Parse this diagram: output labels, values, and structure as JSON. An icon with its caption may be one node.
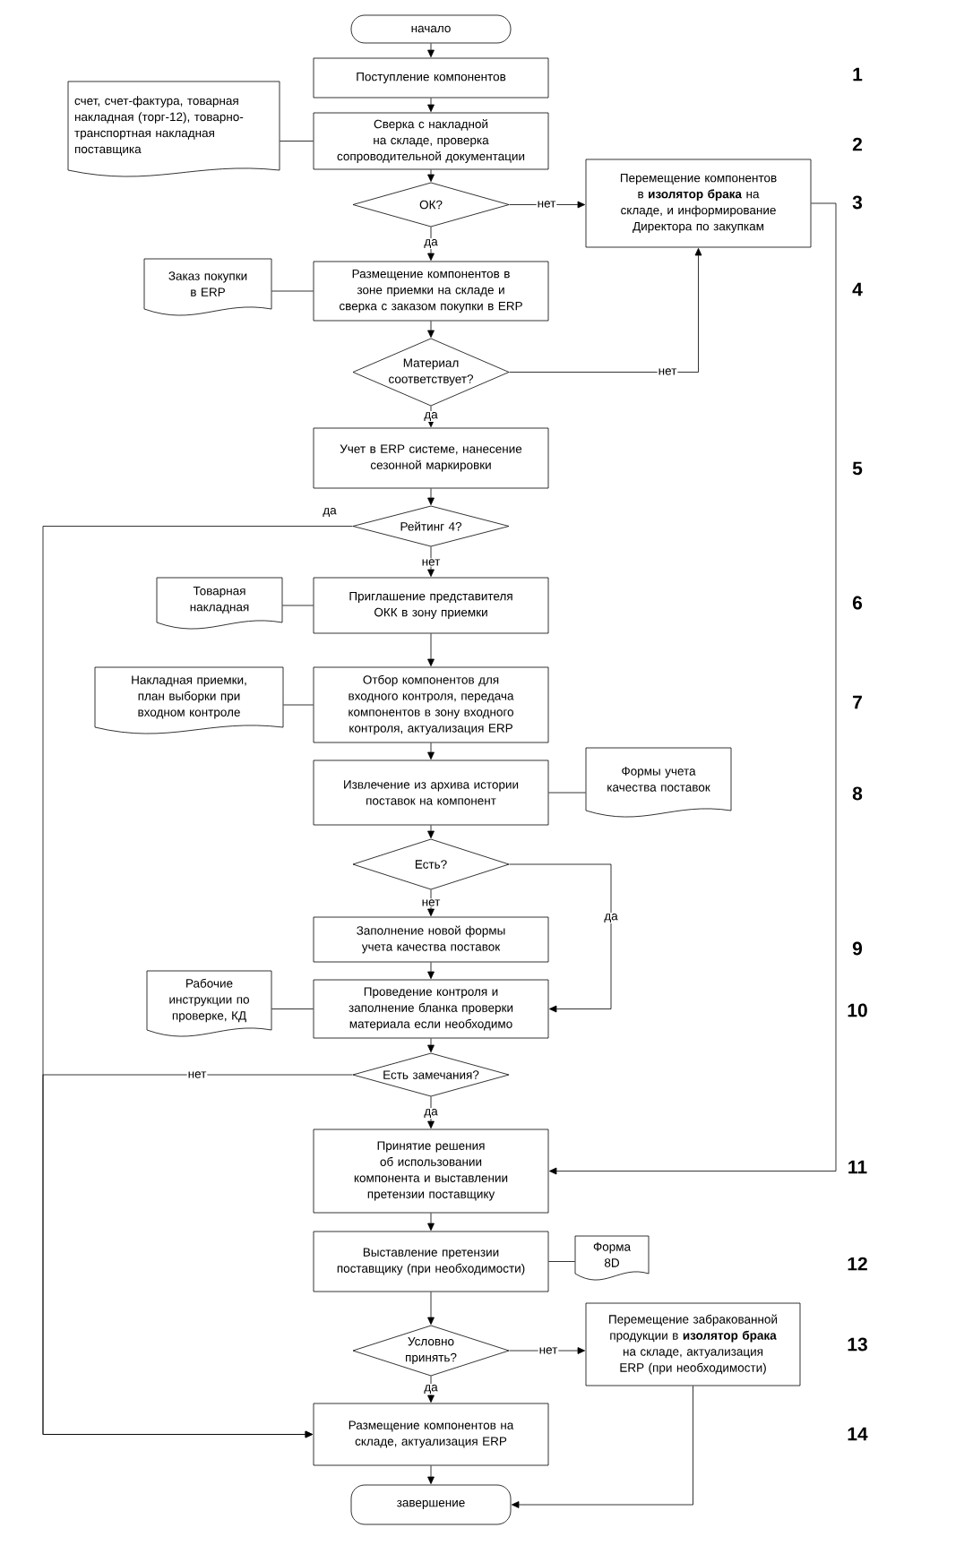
{
  "diagram": {
    "nodes": [
      {
        "text": [
          "начало"
        ]
      },
      {
        "text": [
          "Поступление компонентов"
        ]
      },
      {
        "text": [
          "Сверка с накладной на складе, проверка сопроводительной документации"
        ]
      },
      {
        "text": [
          "счет, счет-фактура, товарная накладная (торг-12), товарно-транспортная накладная поставщика"
        ]
      },
      {
        "text": [
          "ОК?"
        ]
      },
      {
        "text": [
          "Перемещение компонентов в **изолятор брака** на складе, и информирование Директора по закупкам"
        ]
      },
      {
        "text": [
          "Заказ покупки в ERP"
        ]
      },
      {
        "text": [
          "Размещение компонентов в зоне приемки на складе и сверка с заказом покупки в ERP"
        ]
      },
      {
        "text": [
          "Материал соответствует?"
        ]
      },
      {
        "text": [
          "Учет в ERP системе, нанесение сезонной маркировки"
        ]
      },
      {
        "text": [
          "Рейтинг 4?"
        ]
      },
      {
        "text": [
          "Товарная накладная"
        ]
      },
      {
        "text": [
          "Приглашение представителя ОКК в зону приемки"
        ]
      },
      {
        "text": [
          "Накладная приемки, план выборки при входном контроле"
        ]
      },
      {
        "text": [
          "Отбор компонентов для входного контроля, передача компонентов в зону входного контроля, актуализация ERP"
        ]
      },
      {
        "text": [
          "Извлечение из архива истории поставок на компонент"
        ]
      },
      {
        "text": [
          "Формы учета качества поставок"
        ]
      },
      {
        "text": [
          "Есть?"
        ]
      },
      {
        "text": [
          "Заполнение новой формы учета качества поставок"
        ]
      },
      {
        "text": [
          "Рабочие инструкции по проверке, КД"
        ]
      },
      {
        "text": [
          "Проведение контроля и заполнение бланка проверки материала если необходимо"
        ]
      },
      {
        "text": [
          "Есть замечания?"
        ]
      },
      {
        "text": [
          "Принятие решения об использовании компонента и выставлении претензии поставщику"
        ]
      },
      {
        "text": [
          "Выставление претензии поставщику (при необходимости)"
        ]
      },
      {
        "text": [
          "Форма 8D"
        ]
      },
      {
        "text": [
          "Условно принять?"
        ]
      },
      {
        "text": [
          "Перемещение забракованной продукции в **изолятор брака** на складе, актуализация ERP (при необходимости)"
        ]
      },
      {
        "text": [
          "Размещение компонентов на складе, актуализация ERP"
        ]
      },
      {
        "text": [
          "завершение"
        ]
      }
    ],
    "edges": [
      {
        "from": 0,
        "to": 1,
        "arrow": "to"
      },
      {
        "from": 1,
        "to": 2,
        "arrow": "to"
      },
      {
        "from": 3,
        "to": 2,
        "arrow": "none"
      },
      {
        "from": 2,
        "to": 4,
        "arrow": "to"
      },
      {
        "from": 4,
        "to": 5,
        "arrow": "to",
        "label": "нет"
      },
      {
        "from": 4,
        "to": 7,
        "arrow": "to",
        "label": "да"
      },
      {
        "from": 6,
        "to": 7,
        "arrow": "none"
      },
      {
        "from": 7,
        "to": 8,
        "arrow": "to"
      },
      {
        "from": 8,
        "to": 5,
        "arrow": "to",
        "label": "нет"
      },
      {
        "from": 8,
        "to": 9,
        "arrow": "to",
        "label": "да"
      },
      {
        "from": 9,
        "to": 10,
        "arrow": "to"
      },
      {
        "from": 10,
        "to": 27,
        "arrow": "to",
        "label": "да"
      },
      {
        "from": 10,
        "to": 12,
        "arrow": "to",
        "label": "нет"
      },
      {
        "from": 11,
        "to": 12,
        "arrow": "none"
      },
      {
        "from": 12,
        "to": 14,
        "arrow": "to"
      },
      {
        "from": 13,
        "to": 14,
        "arrow": "none"
      },
      {
        "from": 14,
        "to": 15,
        "arrow": "to"
      },
      {
        "from": 15,
        "to": 16,
        "arrow": "none"
      },
      {
        "from": 15,
        "to": 17,
        "arrow": "to"
      },
      {
        "from": 17,
        "to": 18,
        "arrow": "to",
        "label": "нет"
      },
      {
        "from": 17,
        "to": 20,
        "arrow": "to",
        "label": "да"
      },
      {
        "from": 18,
        "to": 20,
        "arrow": "to"
      },
      {
        "from": 19,
        "to": 20,
        "arrow": "none"
      },
      {
        "from": 20,
        "to": 21,
        "arrow": "to"
      },
      {
        "from": 21,
        "to": 27,
        "arrow": "to",
        "label": "нет"
      },
      {
        "from": 21,
        "to": 22,
        "arrow": "to",
        "label": "да"
      },
      {
        "from": 5,
        "to": 22,
        "arrow": "to"
      },
      {
        "from": 22,
        "to": 23,
        "arrow": "to"
      },
      {
        "from": 23,
        "to": 24,
        "arrow": "none"
      },
      {
        "from": 23,
        "to": 25,
        "arrow": "to"
      },
      {
        "from": 25,
        "to": 26,
        "arrow": "to",
        "label": "нет"
      },
      {
        "from": 25,
        "to": 27,
        "arrow": "to",
        "label": "да"
      },
      {
        "from": 27,
        "to": 28,
        "arrow": "to"
      },
      {
        "from": 26,
        "to": 28,
        "arrow": "to"
      }
    ],
    "labels": [
      "1",
      "2",
      "3",
      "4",
      "5",
      "6",
      "7",
      "8",
      "9",
      "10",
      "11",
      "12",
      "13",
      "14"
    ]
  }
}
